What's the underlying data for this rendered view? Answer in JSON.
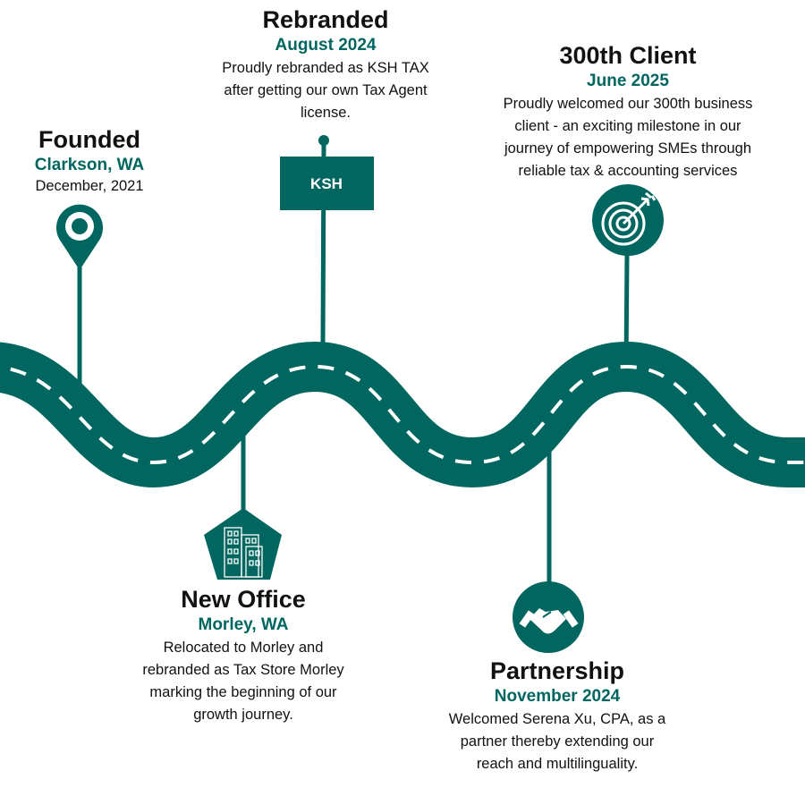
{
  "colors": {
    "teal": "#00665f",
    "text": "#111111",
    "dash": "#ffffff"
  },
  "milestones": [
    {
      "title": "Founded",
      "subtitle": "Clarkson, WA",
      "lines": [
        "December, 2021"
      ],
      "icon": "map-pin-icon"
    },
    {
      "title": "Rebranded",
      "subtitle": "August 2024",
      "lines": [
        "Proudly rebranded as KSH TAX",
        "after getting our own Tax Agent",
        "license."
      ],
      "icon": "signboard-icon",
      "sign_label": "KSH"
    },
    {
      "title": "300th Client",
      "subtitle": "June 2025",
      "lines": [
        "Proudly welcomed our 300th business",
        "client - an exciting milestone in our",
        "journey of empowering SMEs through",
        "reliable tax & accounting services"
      ],
      "icon": "target-icon"
    },
    {
      "title": "New Office",
      "subtitle": "Morley, WA",
      "lines": [
        "Relocated to Morley and",
        "rebranded as Tax Store Morley",
        "marking the beginning of our",
        "growth journey."
      ],
      "icon": "building-icon"
    },
    {
      "title": "Partnership",
      "subtitle": "November 2024",
      "lines": [
        "Welcomed Serena Xu, CPA, as a",
        "partner thereby extending our",
        "reach and multilinguality."
      ],
      "icon": "handshake-icon"
    }
  ]
}
